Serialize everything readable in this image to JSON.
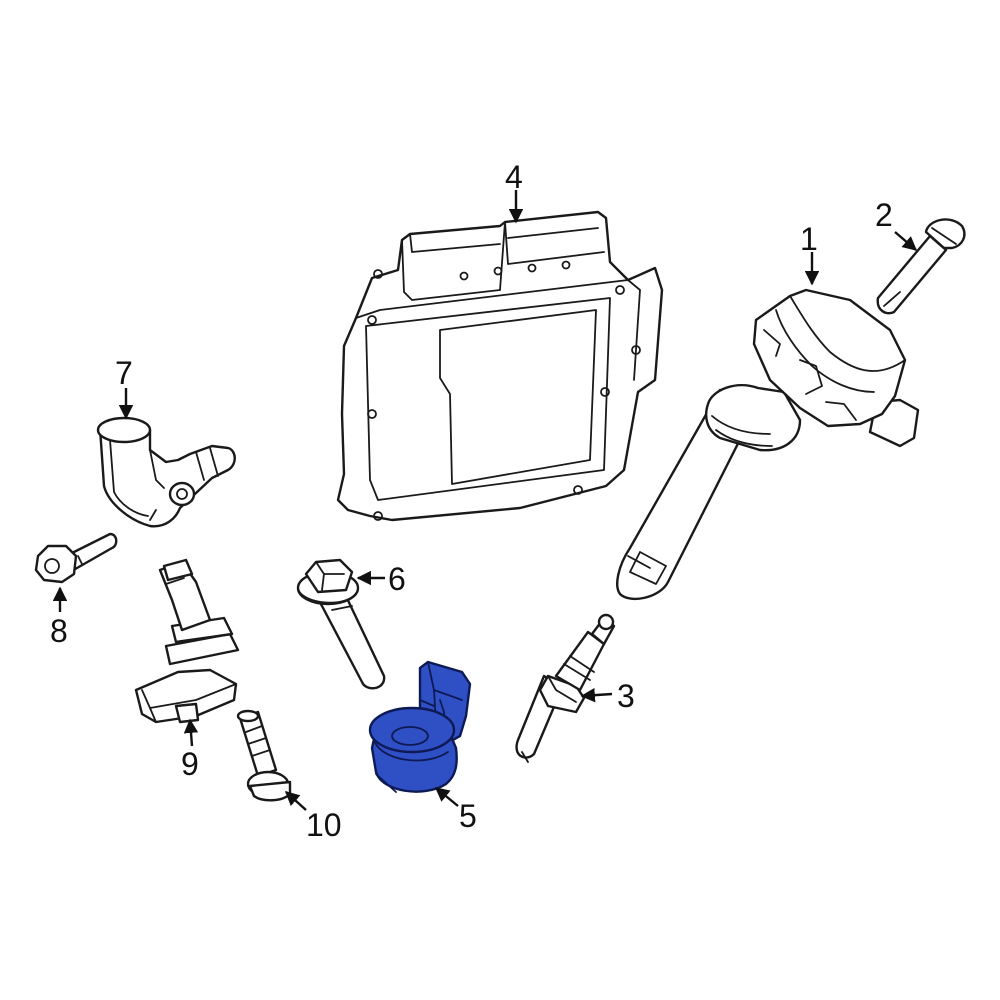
{
  "accent_color": "#2f4fc4",
  "callouts": {
    "c1": "1",
    "c2": "2",
    "c3": "3",
    "c4": "4",
    "c5": "5",
    "c6": "6",
    "c7": "7",
    "c8": "8",
    "c9": "9",
    "c10": "10"
  },
  "highlighted_callout": "5"
}
